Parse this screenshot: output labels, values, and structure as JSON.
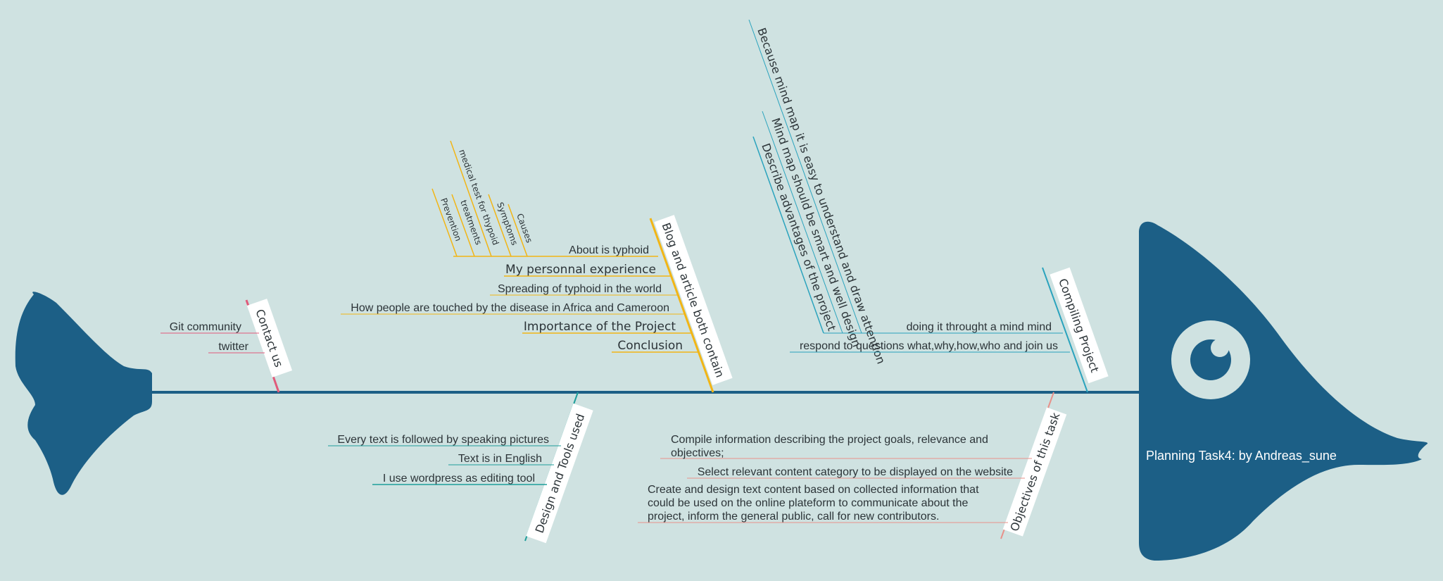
{
  "title": "Planning Task4: by Andreas_sune",
  "colors": {
    "background": "#cfe2e1",
    "fish": "#1c5f86",
    "spine": "#1c5f86",
    "contact": "#e05a7a",
    "blog": "#f2b515",
    "compiling": "#2aa3bd",
    "design": "#1f9e9a",
    "objectives": "#e8918a"
  },
  "categories": {
    "contact_us": "Contact us",
    "blog": "Blog and article both contain",
    "compiling": "Compiling Project",
    "design": "Design and Tools used",
    "objectives": "Objectives of this task"
  },
  "contact_us": [
    "Git community",
    "twitter"
  ],
  "blog": {
    "about": "About is typhoid",
    "about_children": [
      "Prevention",
      "treatments",
      "medical test for thypoid",
      "Symptoms",
      "Causes"
    ],
    "items": [
      "My personnal experience",
      "Spreading of typhoid in the world",
      "How people are touched by the disease in Africa and Cameroon",
      "Importance of the Project",
      "Conclusion"
    ]
  },
  "compiling": {
    "mind_map": "doing it throught a mind mind",
    "mind_map_children": [
      "Because mind map it is easy to understand and draw attention",
      "Mind map should be smart and well design",
      "Describe advantages of the project"
    ],
    "respond": "respond to questions what,why,how,who and join us"
  },
  "design": [
    "Every text is followed by speaking pictures",
    "Text is in English",
    "I use wordpress as editing tool"
  ],
  "objectives": {
    "compile": [
      "Compile information describing the project goals, relevance and",
      "objectives;"
    ],
    "select": "Select relevant content category to be displayed on the website",
    "create": [
      "Create and design text content based on collected information that",
      "could be used on the online plateform to communicate about the",
      "project, inform the general public, call for new contributors."
    ]
  }
}
